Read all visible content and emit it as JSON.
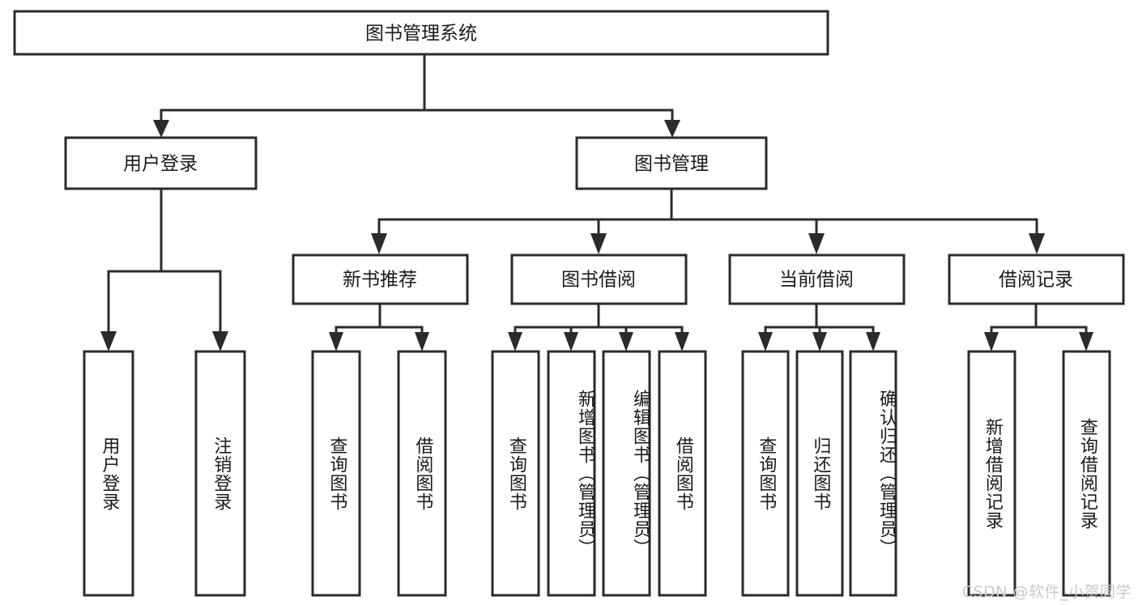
{
  "diagram": {
    "title": "图书管理系统",
    "type": "tree",
    "watermark": "CSDN @软件_小贺同学",
    "colors": {
      "stroke": "#2b2b2b",
      "fill": "#ffffff",
      "text": "#1a1a1a",
      "watermark": "#c9c9c9"
    },
    "root": {
      "label": "图书管理系统"
    },
    "level2": [
      {
        "label": "用户登录"
      },
      {
        "label": "图书管理"
      }
    ],
    "level3": [
      {
        "label": "新书推荐"
      },
      {
        "label": "图书借阅"
      },
      {
        "label": "当前借阅"
      },
      {
        "label": "借阅记录"
      }
    ],
    "leaves": {
      "user_login": [
        {
          "label": "用户登录"
        },
        {
          "label": "注销登录"
        }
      ],
      "new_book_recommend": [
        {
          "label": "查询图书"
        },
        {
          "label": "借阅图书"
        }
      ],
      "book_borrow": [
        {
          "label": "查询图书"
        },
        {
          "label": "新增图书（管理员）"
        },
        {
          "label": "编辑图书（管理员）"
        },
        {
          "label": "借阅图书"
        }
      ],
      "current_borrow": [
        {
          "label": "查询图书"
        },
        {
          "label": "归还图书"
        },
        {
          "label": "确认归还（管理员）"
        }
      ],
      "borrow_record": [
        {
          "label": "新增借阅记录"
        },
        {
          "label": "查询借阅记录"
        }
      ]
    }
  }
}
